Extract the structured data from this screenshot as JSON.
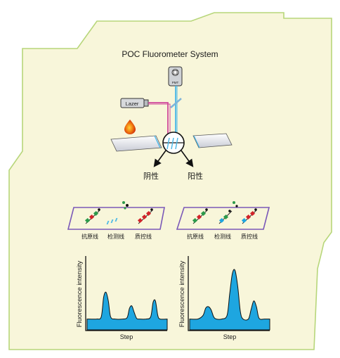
{
  "title": "POC Fluorometer System",
  "device": {
    "laser_label": "Lazer",
    "pmt_label": "PMT",
    "outcomes": {
      "negative": "阴性",
      "positive": "阳性"
    }
  },
  "strips": {
    "line_labels": [
      "抗原线",
      "检测线",
      "质控线"
    ]
  },
  "charts": {
    "xlabel": "Step",
    "ylabel": "Fluorescence intensity"
  },
  "colors": {
    "panel_fill": "#f8f6da",
    "panel_border": "#b7d67a",
    "curve_fill": "#1ea6e0",
    "beam_blue": "#48b7e6",
    "beam_magenta": "#d0479a",
    "strip_outline": "#7a58b8"
  },
  "chart_data": [
    {
      "type": "area",
      "title": "",
      "xlabel": "Step",
      "ylabel": "Fluorescence intensity",
      "x": [
        0,
        4,
        6,
        7,
        8,
        9,
        10,
        12,
        15,
        17,
        18,
        19,
        20,
        21,
        22,
        25,
        27,
        28,
        29,
        30,
        31,
        34
      ],
      "y": [
        0.15,
        0.15,
        0.18,
        0.45,
        0.52,
        0.4,
        0.18,
        0.15,
        0.15,
        0.17,
        0.3,
        0.33,
        0.24,
        0.16,
        0.15,
        0.15,
        0.18,
        0.38,
        0.4,
        0.2,
        0.15,
        0.15
      ],
      "peaks": [
        "抗原线",
        "检测线",
        "质控线"
      ],
      "ylim": [
        0,
        1
      ]
    },
    {
      "type": "area",
      "title": "",
      "xlabel": "Step",
      "ylabel": "Fluorescence intensity",
      "x": [
        0,
        3,
        5,
        6,
        7,
        8,
        9,
        10,
        12,
        14,
        15,
        16,
        17,
        18,
        19,
        20,
        22,
        23,
        24,
        25,
        26,
        28,
        30
      ],
      "y": [
        0.15,
        0.15,
        0.2,
        0.3,
        0.32,
        0.28,
        0.18,
        0.15,
        0.15,
        0.2,
        0.5,
        0.78,
        0.82,
        0.6,
        0.25,
        0.15,
        0.15,
        0.28,
        0.4,
        0.32,
        0.16,
        0.15,
        0.15
      ],
      "peaks": [
        "抗原线",
        "检测线",
        "质控线"
      ],
      "ylim": [
        0,
        1
      ]
    }
  ]
}
